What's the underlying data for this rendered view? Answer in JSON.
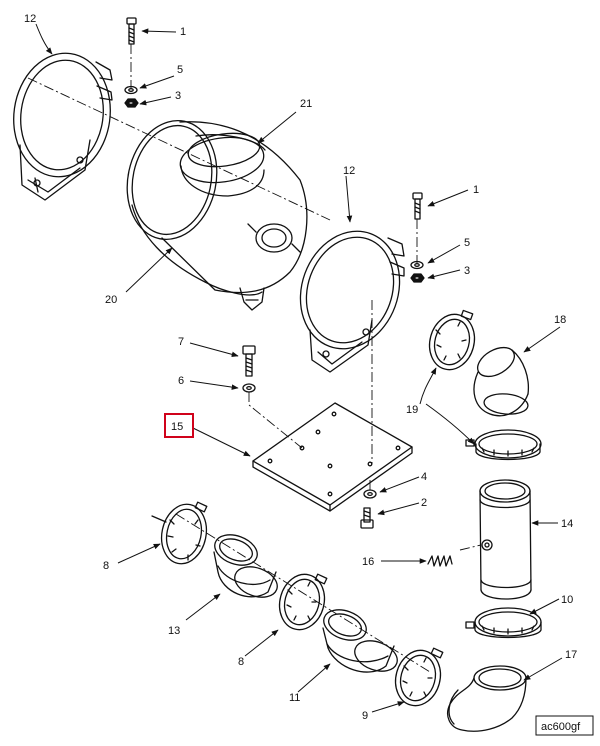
{
  "figure": {
    "code": "ac600gf",
    "highlighted_callout": "15",
    "highlight_color": "#d0021b",
    "line_color": "#111111"
  },
  "callouts": {
    "c12a": "12",
    "c1a": "1",
    "c5a": "5",
    "c3a": "3",
    "c21": "21",
    "c12b": "12",
    "c1b": "1",
    "c5b": "5",
    "c3b": "3",
    "c20": "20",
    "c18": "18",
    "c7": "7",
    "c6": "6",
    "c19": "19",
    "c15": "15",
    "c4": "4",
    "c2": "2",
    "c14": "14",
    "c8a": "8",
    "c16": "16",
    "c13": "13",
    "c10": "10",
    "c8b": "8",
    "c11": "11",
    "c17": "17",
    "c9": "9"
  }
}
